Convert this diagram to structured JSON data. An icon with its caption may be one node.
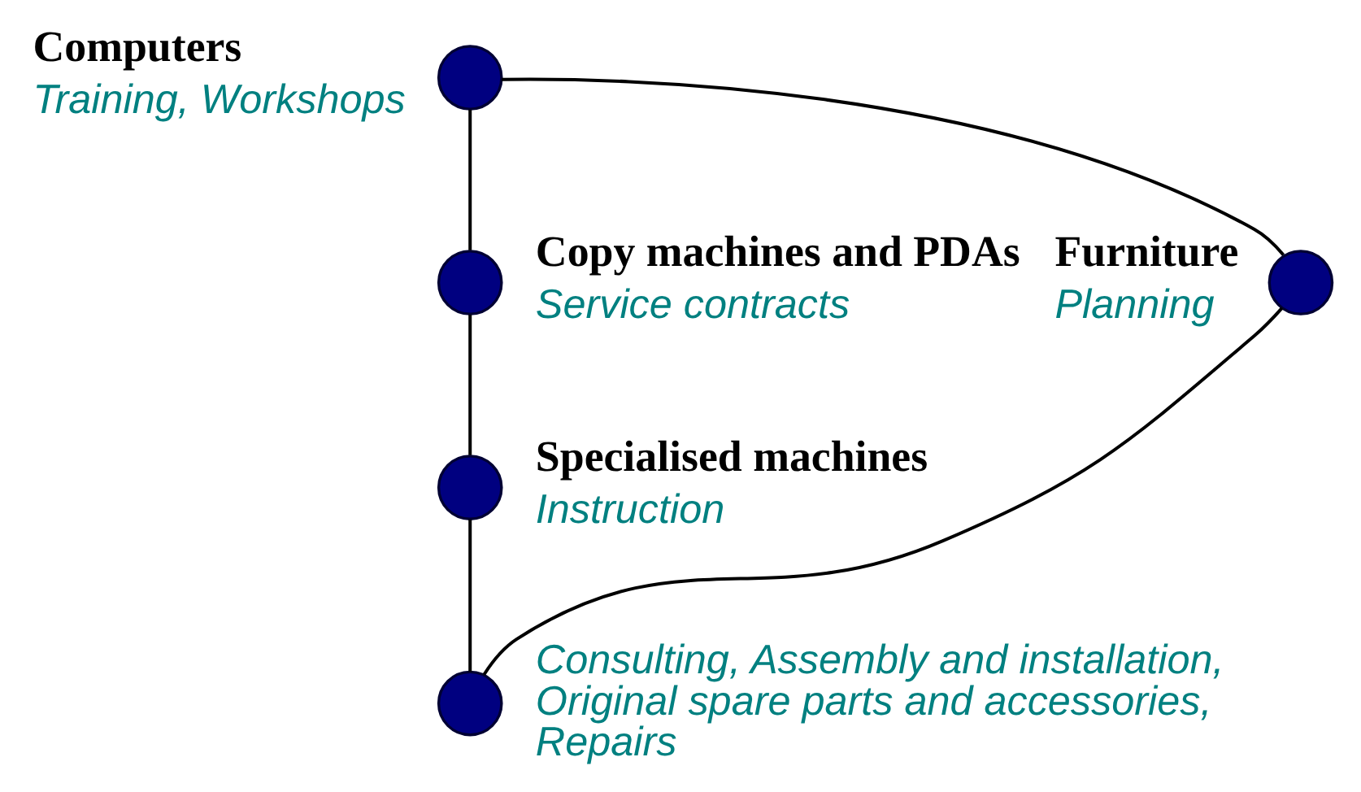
{
  "diagram": {
    "nodes": [
      {
        "text": [],
        "shape": "circle",
        "beside": [
          "Computers",
          "Training, Workshops"
        ]
      },
      {
        "text": [],
        "shape": "circle",
        "beside": [
          "Copy machines and PDAs",
          "Service contracts"
        ]
      },
      {
        "text": [],
        "shape": "circle",
        "beside": [
          "Furniture",
          "Planning"
        ]
      },
      {
        "text": [],
        "shape": "circle",
        "beside": [
          "Specialised machines",
          "Instruction"
        ]
      },
      {
        "text": [],
        "shape": "circle",
        "beside": [
          "Consulting, Assembly and installation, Original spare parts and accessories, Repairs"
        ]
      }
    ],
    "edges": [
      {
        "from": 0,
        "to": 1,
        "arrow": "none"
      },
      {
        "from": 1,
        "to": 3,
        "arrow": "none"
      },
      {
        "from": 3,
        "to": 4,
        "arrow": "none"
      },
      {
        "from": 4,
        "to": 2,
        "arrow": "none"
      },
      {
        "from": 2,
        "to": 0,
        "arrow": "none"
      }
    ]
  }
}
